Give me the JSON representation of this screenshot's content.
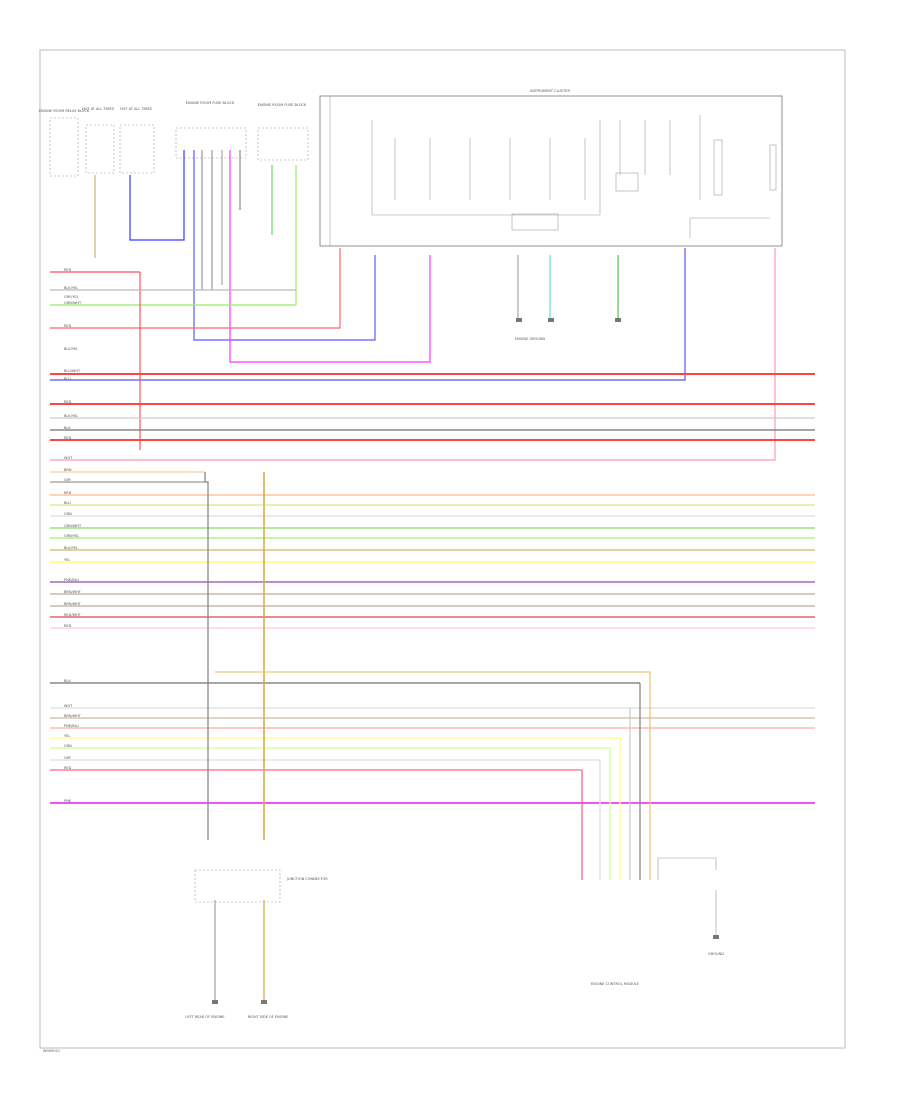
{
  "figure_code": "W009U11",
  "diagram": {
    "top_components": [
      "ENGINE ROOM RELAY BLOCK",
      "HOT AT ALL TIMES",
      "HOT AT ALL TIMES",
      "ENGINE ROOM FUSE BLOCK",
      "ENGINE ROOM FUSE BLOCK",
      "INSTRUMENT CLUSTER"
    ],
    "bottom_components": [
      "JUNCTION CONNECTOR",
      "ENGINE GROUND",
      "LEFT REAR OF ENGINE",
      "RIGHT SIDE OF ENGINE",
      "ENGINE CONTROL MODULE",
      "GROUND"
    ],
    "wire_labels_left": [
      "RED",
      "BLK/YEL",
      "GRY/YEL",
      "GRN/WHT",
      "RED",
      "BLK/YEL",
      "BLU/WHT",
      "BLU",
      "RED",
      "BLK/YEL",
      "BLK",
      "RED",
      "WHT",
      "BRN",
      "GRY",
      "RED",
      "BLU",
      "GRN",
      "GRN/WHT",
      "GRN/YEL",
      "BLK/YEL",
      "YEL",
      "PNK/BLU",
      "BRN/WHT",
      "BRN/WHT",
      "RED/WHT",
      "RED",
      "BLK",
      "WHT",
      "BRN/WHT",
      "PNK/BLU",
      "YEL",
      "GRN",
      "GRY",
      "RED",
      "PNK"
    ]
  }
}
